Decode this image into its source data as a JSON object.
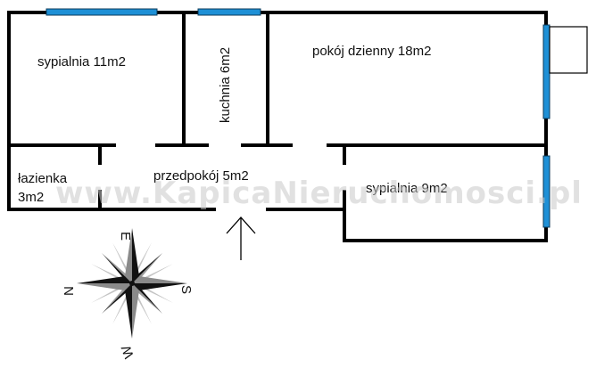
{
  "floor_plan": {
    "rooms": [
      {
        "id": "bedroom-1",
        "label": "sypialnia 11m2"
      },
      {
        "id": "kitchen",
        "label": "kuchnia 6m2"
      },
      {
        "id": "living-room",
        "label": "pokój dzienny 18m2"
      },
      {
        "id": "bathroom",
        "label_line1": "łazienka",
        "label_line2": "3m2"
      },
      {
        "id": "hallway",
        "label": "przedpokój 5m2"
      },
      {
        "id": "bedroom-2",
        "label": "sypialnia 9m2"
      }
    ],
    "watermark": "www.KapicaNieruchomosci.pl",
    "colors": {
      "wall": "#000000",
      "window": "#1e90d6",
      "watermark": "#c8c8c8"
    }
  },
  "compass": {
    "north": "N",
    "east": "E",
    "south": "S",
    "west": "W"
  }
}
